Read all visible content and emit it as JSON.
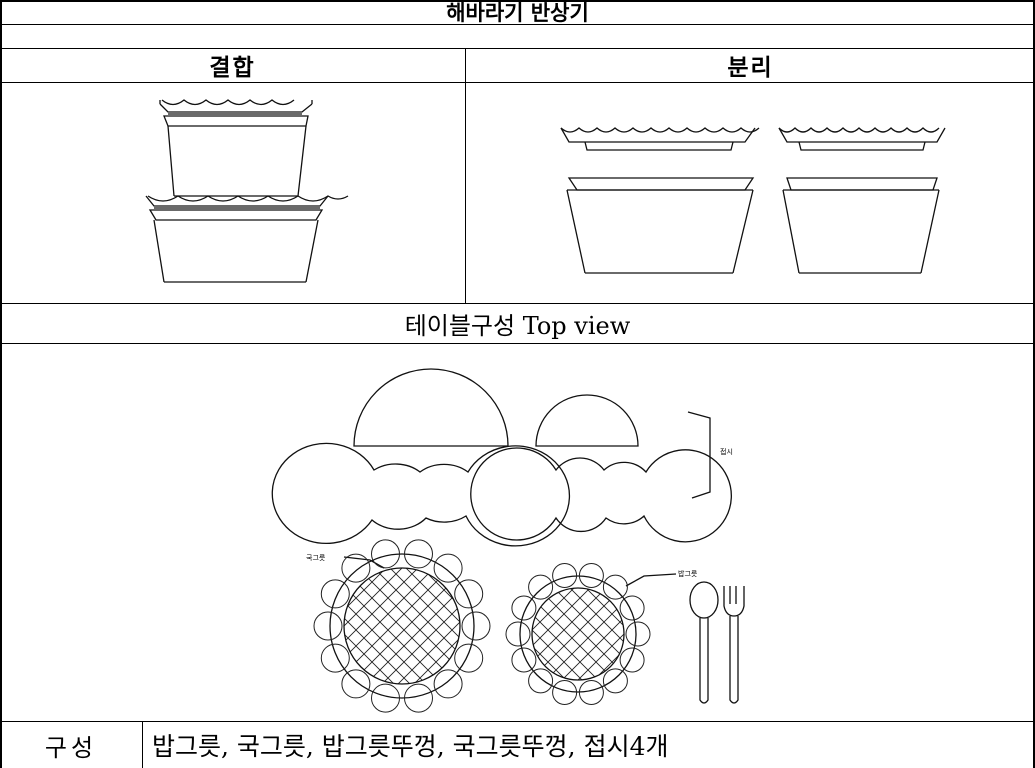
{
  "title": "해바라기 반상기",
  "columns": {
    "combined": "결합",
    "separated": "분리"
  },
  "section_title": "테이블구성 Top view",
  "top_view_labels": {
    "plates": "접시",
    "soup_bowl": "국그릇",
    "rice_bowl": "밥그릇"
  },
  "composition": {
    "label": "구성",
    "value": "밥그릇, 국그릇, 밥그릇뚜껑, 국그릇뚜껑, 접시4개"
  }
}
